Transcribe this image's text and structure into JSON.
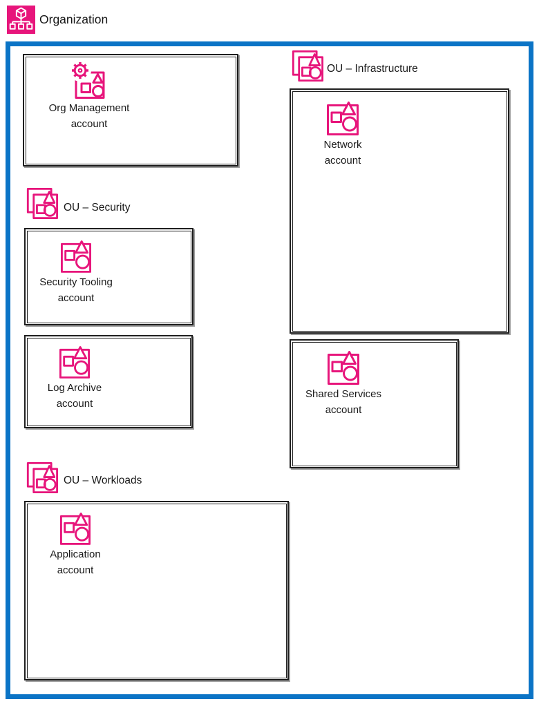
{
  "title": "Organization",
  "colors": {
    "accent_pink": "#E7157B",
    "boundary_blue": "#0B74C6",
    "box_border": "#1F1F1F",
    "text": "#1A1A1A"
  },
  "icons": {
    "header": "aws-organizations-icon",
    "ou": "organizational-unit-icon",
    "account": "aws-account-icon",
    "management_account": "management-account-icon"
  },
  "management_account": {
    "line1": "Org Management",
    "line2": "account"
  },
  "ous": {
    "infrastructure": {
      "label": "OU – Infrastructure"
    },
    "security": {
      "label": "OU – Security"
    },
    "workloads": {
      "label": "OU – Workloads"
    }
  },
  "accounts": {
    "network": {
      "line1": "Network",
      "line2": "account"
    },
    "shared_services": {
      "line1": "Shared Services",
      "line2": "account"
    },
    "security_tooling": {
      "line1": "Security Tooling",
      "line2": "account"
    },
    "log_archive": {
      "line1": "Log Archive",
      "line2": "account"
    },
    "application": {
      "line1": "Application",
      "line2": "account"
    }
  }
}
